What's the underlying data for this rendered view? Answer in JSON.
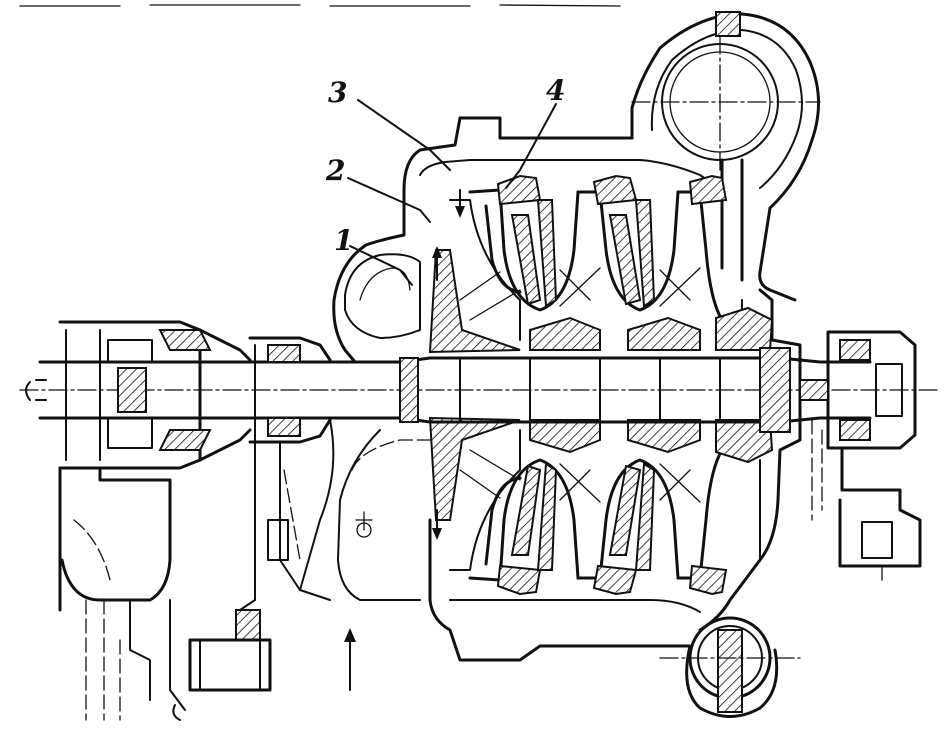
{
  "labels": [
    {
      "id": "1",
      "text": "1"
    },
    {
      "id": "2",
      "text": "2"
    },
    {
      "id": "3",
      "text": "3"
    },
    {
      "id": "4",
      "text": "4"
    }
  ],
  "colors": {
    "ink": "#111111",
    "paper": "#ffffff"
  }
}
